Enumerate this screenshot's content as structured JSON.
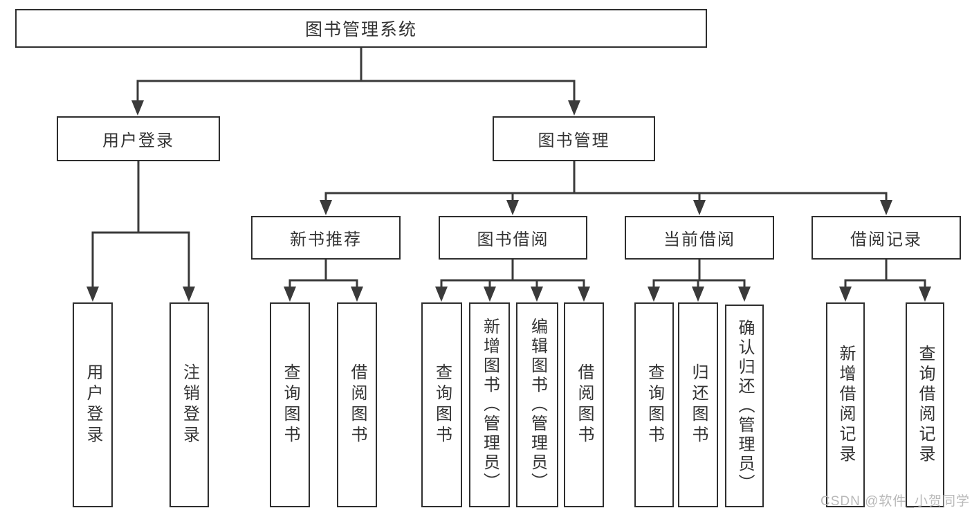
{
  "diagram": {
    "root": "图书管理系统",
    "level2": [
      "用户登录",
      "图书管理"
    ],
    "level3": [
      "新书推荐",
      "图书借阅",
      "当前借阅",
      "借阅记录"
    ],
    "leaves": {
      "user": [
        "用户登录",
        "注销登录"
      ],
      "recommend": [
        "查询图书",
        "借阅图书"
      ],
      "borrow": [
        "查询图书",
        "新增图书（管理员）",
        "编辑图书（管理员）",
        "借阅图书"
      ],
      "current": [
        "查询图书",
        "归还图书",
        "确认归还（管理员）"
      ],
      "records": [
        "新增借阅记录",
        "查询借阅记录"
      ]
    },
    "watermark": "CSDN @软件_小贺同学",
    "colors": {
      "line": "#3a3a3a",
      "border": "#2e2e2e",
      "text": "#333333",
      "watermark": "#b9b9b9",
      "background": "#ffffff"
    }
  }
}
